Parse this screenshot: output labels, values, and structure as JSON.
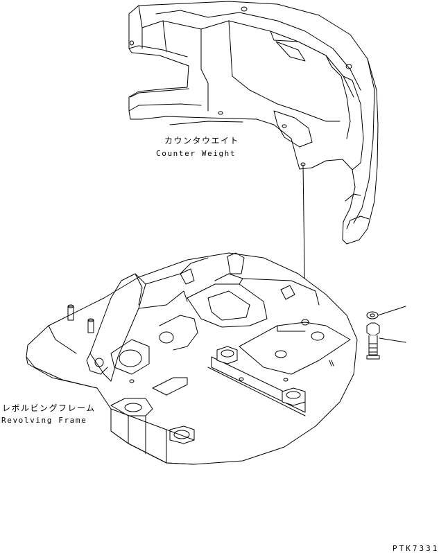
{
  "parts": [
    {
      "id": "counter-weight",
      "label_jp": "カウンタウエイト",
      "label_en": "Counter Weight"
    },
    {
      "id": "revolving-frame",
      "label_jp": "レボルビングフレーム",
      "label_en": "Revolving Frame"
    }
  ],
  "drawing_code": "PTK7331",
  "colors": {
    "line": "#000000",
    "background": "#ffffff"
  }
}
